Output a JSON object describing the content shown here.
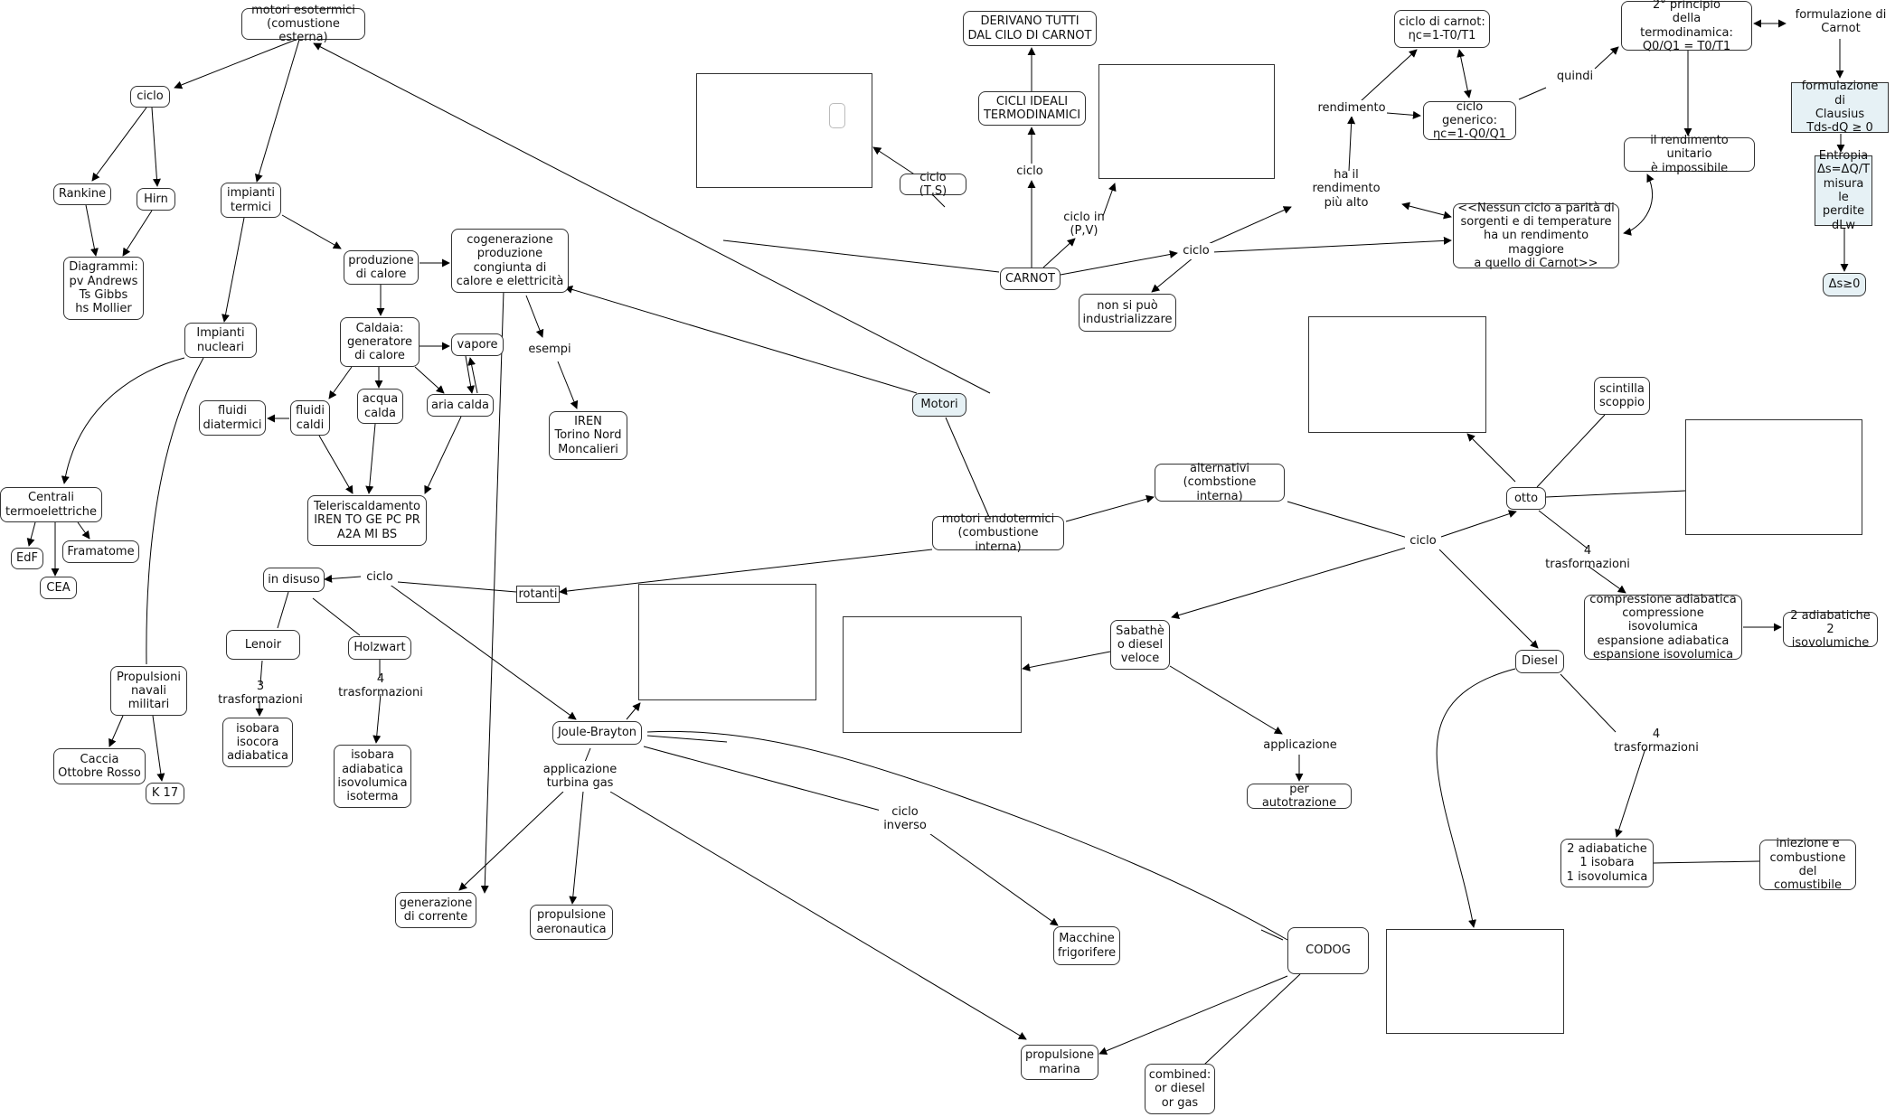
{
  "nodes": {
    "motori_eso": "motori esotermici\n(comustione esterna)",
    "ciclo_l": "ciclo",
    "rankine": "Rankine",
    "hirn": "Hirn",
    "diagrammi": "Diagrammi:\npv Andrews\nTs Gibbs\nhs Mollier",
    "impianti_termici": "impianti\ntermici",
    "impianti_nucleari": "Impianti\nnucleari",
    "centrali": "Centrali\ntermoelettriche",
    "edf": "EdF",
    "cea": "CEA",
    "framatome": "Framatome",
    "propulsioni_navali": "Propulsioni\nnavali\nmilitari",
    "caccia": "Caccia\nOttobre Rosso",
    "k17": "K 17",
    "produzione_calore": "produzione\ndi calore",
    "cogenerazione": "cogenerazione\nproduzione\ncongiunta di\ncalore e elettricità",
    "caldaia": "Caldaia:\ngeneratore\ndi calore",
    "vapore": "vapore",
    "fluidi_caldi": "fluidi\ncaldi",
    "fluidi_diatermici": "fluidi\ndiatermici",
    "acqua_calda": "acqua\ncalda",
    "aria_calda": "aria calda",
    "esempi": "esempi",
    "iren": "IREN\nTorino Nord\nMoncalieri",
    "teleriscaldamento": "Teleriscaldamento\nIREN  TO GE PC PR\nA2A  MI BS",
    "motori": "Motori",
    "in_disuso": "in disuso",
    "ciclo_disuso": "ciclo",
    "rotanti": "rotanti",
    "lenoir": "Lenoir",
    "holzwart": "Holzwart",
    "tre_trasf": "3 trasformazioni",
    "isobara_isocora": "isobara\nisocora\nadiabatica",
    "quattro_trasf_h": "4 trasformazioni",
    "isobara_adiabatica": "isobara\nadiabatica\nisovolumica\nisoterma",
    "joule": "Joule-Brayton",
    "applicazione_turbina": "applicazione\nturbina gas",
    "generazione_corrente": "generazione\ndi corrente",
    "propulsione_aeronautica": "propulsione\naeronautica",
    "ciclo_inverso": "ciclo\ninverso",
    "macchine_frigorifere": "Macchine\nfrigorifere",
    "propulsione_marina": "propulsione\nmarina",
    "codog": "CODOG",
    "combined": "combined:\nor diesel\nor gas",
    "motori_endo": "motori endotermici\n(combustione interna)",
    "alternativi": "alternativi\n(combstione interna)",
    "ciclo_alt": "ciclo",
    "sabathe": "Sabathè\no diesel\nveloce",
    "applicazione_s": "applicazione",
    "autotrazione": "per autotrazione",
    "otto": "otto",
    "scintilla": "scintilla\nscoppio",
    "quattro_trasf_o": "4 trasformazioni",
    "compressione": "compressione adiabatica\ncompressione isovolumica\nespansione adiabatica\nespansione isovolumica",
    "due_adiab_iso": "2 adiabatiche\n2 isovolumiche",
    "diesel": "Diesel",
    "quattro_trasf_d": "4 trasformazioni",
    "due_adiab_isobara": "2 adiabatiche\n1 isobara\n1 isovolumica",
    "iniezione": "iniezione e\ncombustione\ndel comustibile",
    "carnot": "CARNOT",
    "ciclo_ts": "ciclo (T,S)",
    "ciclo_mid": "ciclo",
    "cicli_ideali": "CICLI IDEALI\nTERMODINAMICI",
    "derivano": "DERIVANO TUTTI\nDAL CILO DI CARNOT",
    "ciclo_pv": "ciclo in (P,V)",
    "ciclo_carnot_r": "ciclo",
    "non_si_puo": "non si può\nindustrializzare",
    "ha_il_rendimento": "ha il rendimento\npiù alto",
    "rendimento": "rendimento",
    "ciclo_di_carnot": "ciclo di carnot:\nηc=1-T0/T1",
    "ciclo_generico": "ciclo generico:\nηc=1-Q0/Q1",
    "quindi": "quindi",
    "secondo_principio": "2° principio\ndella termodinamica:\nQ0/Q1 = T0/T1",
    "formulazione_carnot": "formulazione di\nCarnot",
    "formulazione_clausius": "formulazione di\nClausius\nTds-dQ ≥ 0",
    "entropia": "Entropia\nΔs=ΔQ/T\nmisura le\nperdite\ndLw",
    "ds": "Δs≥0",
    "rendimento_unitario": "il rendimento unitario\nè impossibile",
    "nessun_ciclo": "<<Nessun ciclo a parità di\nsorgenti e di temperature\nha un rendimento maggiore\na quello di Carnot>>"
  },
  "colors": {
    "line": "#000000",
    "border": "#333333",
    "highlight_fill": "#e6f1f5"
  }
}
